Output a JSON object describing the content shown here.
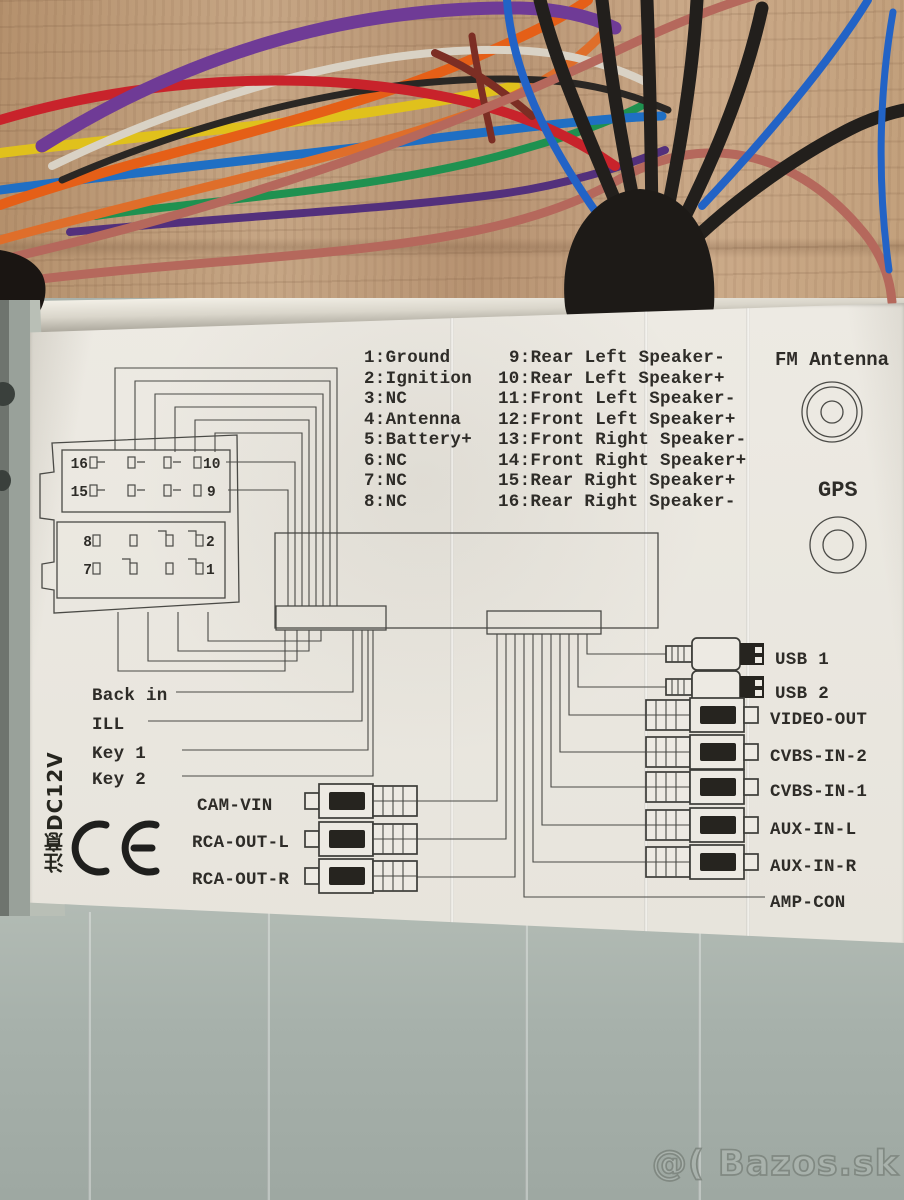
{
  "photo": {
    "wire_colors": [
      "purple",
      "violet",
      "white",
      "black",
      "red",
      "orange",
      "yellow",
      "blue",
      "green",
      "salmon"
    ],
    "cable_boot_color": "#1d1a17",
    "wood_color": "#bd9c7a"
  },
  "label": {
    "pin_legend_left": [
      "1:Ground",
      "2:Ignition",
      "3:NC",
      "4:Antenna",
      "5:Battery+",
      "6:NC",
      "7:NC",
      "8:NC"
    ],
    "pin_legend_right": [
      "9:Rear Left Speaker-",
      "10:Rear Left Speaker+",
      "11:Front Left Speaker-",
      "12:Front Left Speaker+",
      "13:Front Right Speaker-",
      "14:Front Right Speaker+",
      "15:Rear Right Speaker+",
      "16:Rear Right Speaker-"
    ],
    "iso_pins": {
      "upper_left_top": "16",
      "upper_left_bottom": "15",
      "upper_right_top": "10",
      "upper_right_bottom": "9",
      "lower_left_top": "8",
      "lower_left_bottom": "7",
      "lower_right_top": "2",
      "lower_right_bottom": "1"
    },
    "wire_labels": {
      "back_in": "Back in",
      "ill": "ILL",
      "key1": "Key 1",
      "key2": "Key 2"
    },
    "left_jacks": [
      "CAM-VIN",
      "RCA-OUT-L",
      "RCA-OUT-R"
    ],
    "right_jacks": [
      "USB 1",
      "USB 2",
      "VIDEO-OUT",
      "CVBS-IN-2",
      "CVBS-IN-1",
      "AUX-IN-L",
      "AUX-IN-R",
      "AMP-CON"
    ],
    "fm_antenna_label": "FM Antenna",
    "gps_label": "GPS",
    "warning_vertical": "注意DC12V",
    "ce_mark": "CE"
  },
  "watermark": "@( Bazos.sk",
  "colors": {
    "chassis": "#a9b2ac",
    "label": "#ebe8e1",
    "ink": "#2e2c28",
    "diagram_line": "#4a4a46"
  }
}
